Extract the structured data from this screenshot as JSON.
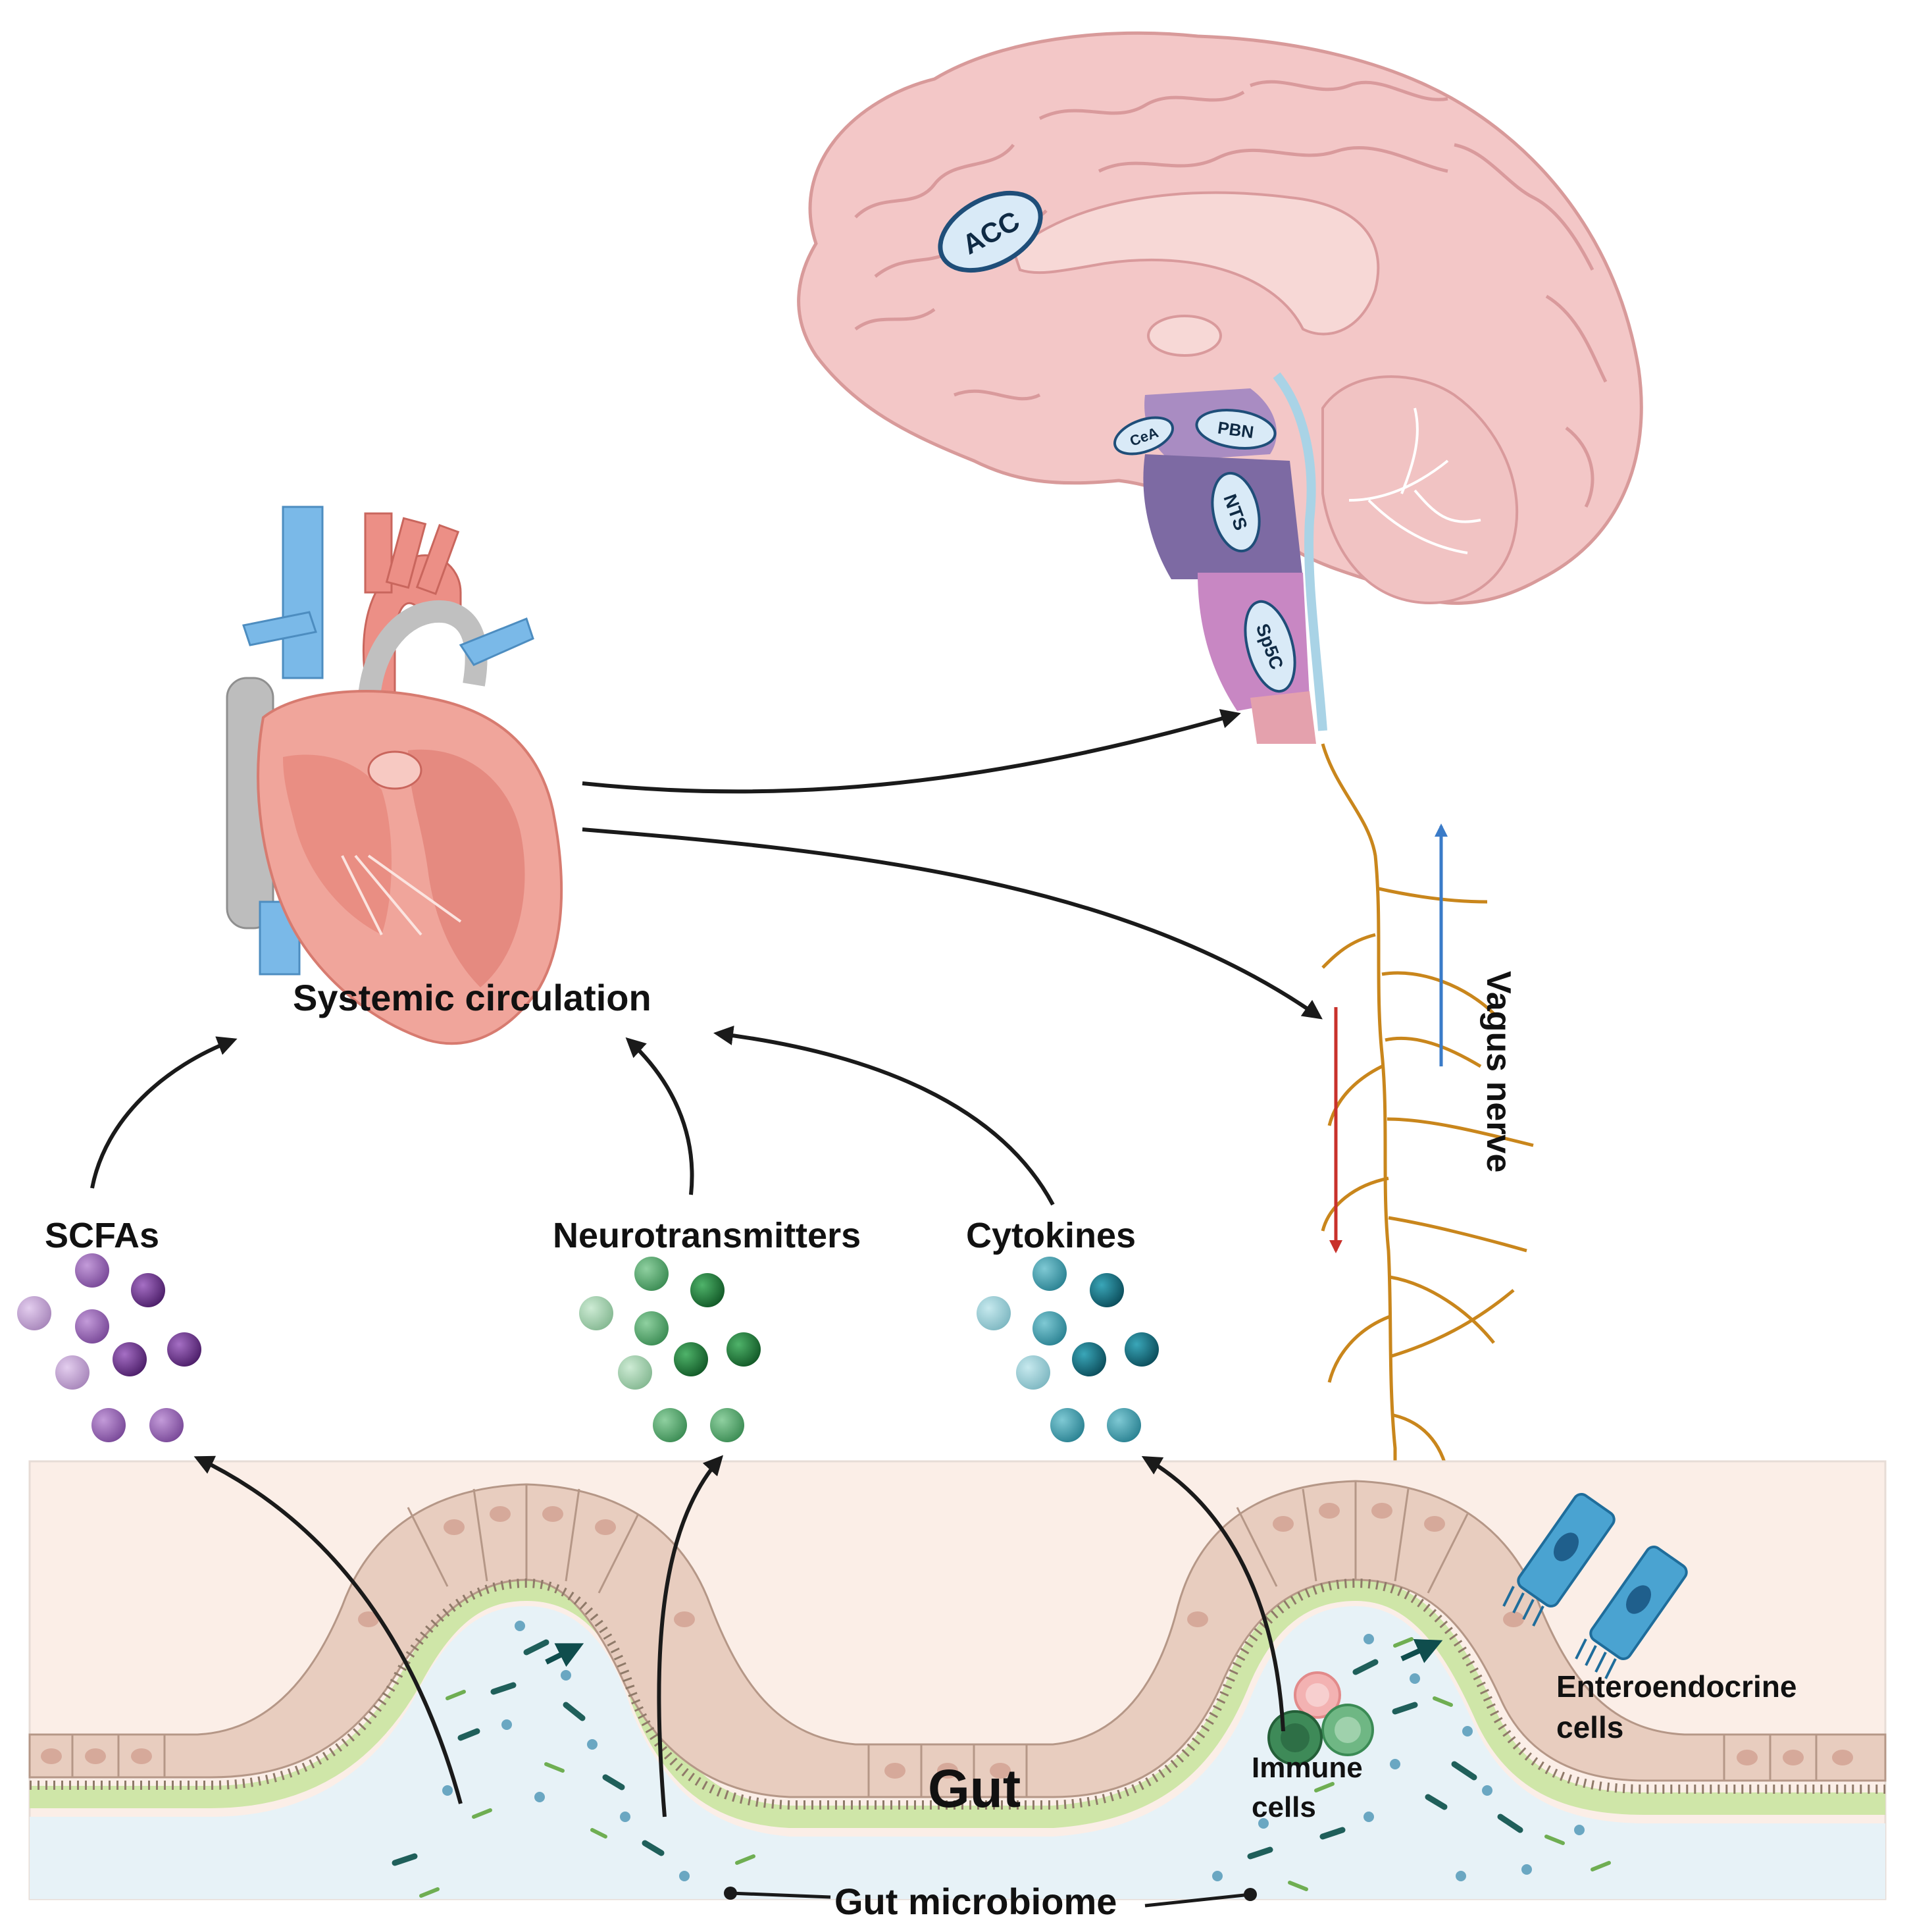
{
  "brain": {
    "regions": {
      "acc": "ACC",
      "cea": "CeA",
      "pbn": "PBN",
      "nts": "NTS",
      "sp5c": "Sp5C"
    }
  },
  "labels": {
    "systemic_circulation": "Systemic circulation",
    "vagus_nerve": "Vagus nerve",
    "scfas": "SCFAs",
    "neurotransmitters": "Neurotransmitters",
    "cytokines": "Cytokines",
    "gut": "Gut",
    "gut_microbiome": "Gut microbiome",
    "immune_cells_1": "Immune",
    "immune_cells_2": "cells",
    "enteroendocrine_1": "Enteroendocrine",
    "enteroendocrine_2": "cells"
  },
  "colors": {
    "scfa": "#7b4a9c",
    "neurotransmitter": "#2f8a4a",
    "cytokine": "#1f7d8c",
    "vagus": "#c9861c",
    "afferent_arrow": "#3a7bc8",
    "efferent_arrow": "#c8312b",
    "brain": "#f0c2c2",
    "heart": "#ec9a90"
  }
}
